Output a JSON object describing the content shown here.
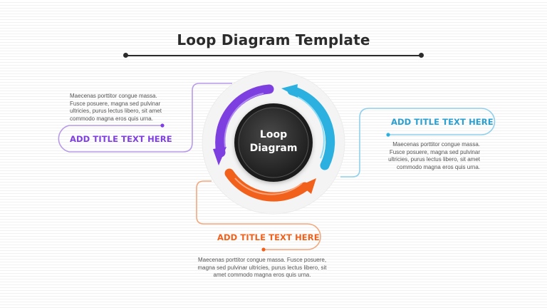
{
  "slide": {
    "title": "Loop Diagram Template"
  },
  "center": {
    "line1": "Loop",
    "line2": "Diagram"
  },
  "colors": {
    "purple": "#7e3fe0",
    "blue": "#2cb0e0",
    "orange": "#f2611c",
    "dark": "#2b2b2b"
  },
  "cards": {
    "left": {
      "title": "ADD TITLE TEXT HERE",
      "body_lines": [
        "Maecenas porttitor congue massa.",
        "Fusce posuere, magna sed pulvinar",
        "ultricies, purus lectus libero, sit amet",
        "commodo magna eros quis urna."
      ]
    },
    "right": {
      "title": "ADD TITLE TEXT HERE",
      "body_lines": [
        "Maecenas porttitor congue massa.",
        "Fusce posuere, magna sed pulvinar",
        "ultricies, purus lectus libero, sit amet",
        "commodo magna eros quis urna."
      ]
    },
    "bottom": {
      "title": "ADD TITLE TEXT HERE",
      "body_lines": [
        "Maecenas porttitor congue massa. Fusce posuere,",
        "magna sed pulvinar ultricies, purus lectus libero, sit",
        "amet commodo magna eros quis urna."
      ]
    }
  }
}
